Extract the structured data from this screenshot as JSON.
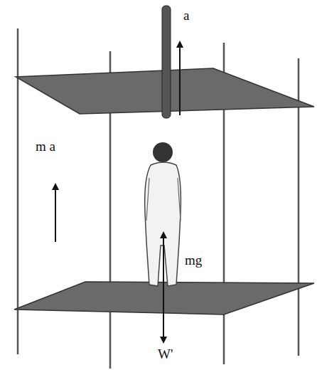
{
  "diagram": {
    "labels": [
      "a",
      "m a",
      "mg",
      "W'"
    ]
  }
}
